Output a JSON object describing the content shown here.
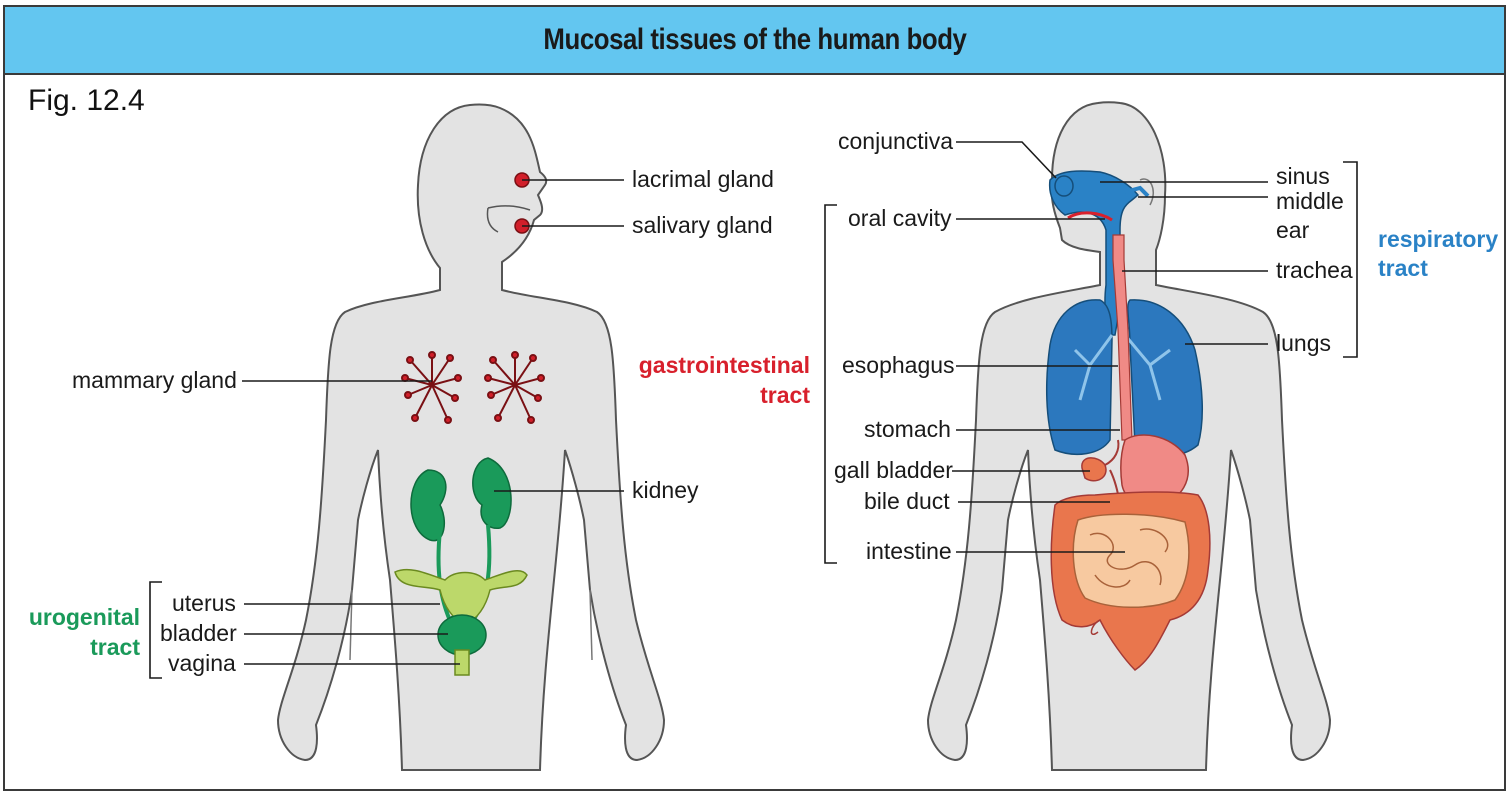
{
  "header": {
    "title": "Mucosal tissues of the human body"
  },
  "figure_label": "Fig. 12.4",
  "colors": {
    "header_bg": "#63c6f0",
    "body": "#e3e3e3",
    "outline": "#555555",
    "urogenital": "#1a9a5a",
    "gastrointestinal": "#d8202c",
    "respiratory": "#2a82c6",
    "gland_red": "#d21f2a",
    "lung_blue": "#2c78be",
    "intestine_orange": "#e9764d",
    "small_intestine": "#f7c9a0"
  },
  "left_figure": {
    "labels": {
      "lacrimal_gland": "lacrimal gland",
      "salivary_gland": "salivary gland",
      "mammary_gland": "mammary gland",
      "kidney": "kidney",
      "uterus": "uterus",
      "bladder": "bladder",
      "vagina": "vagina"
    },
    "groups": {
      "urogenital_line1": "urogenital",
      "urogenital_line2": "tract"
    }
  },
  "right_figure": {
    "labels": {
      "conjunctiva": "conjunctiva",
      "oral_cavity": "oral cavity",
      "esophagus": "esophagus",
      "stomach": "stomach",
      "gall_bladder": "gall bladder",
      "bile_duct": "bile duct",
      "intestine": "intestine",
      "sinus": "sinus",
      "middle": "middle",
      "ear": "ear",
      "trachea": "trachea",
      "lungs": "lungs"
    },
    "groups": {
      "gastrointestinal_line1": "gastrointestinal",
      "gastrointestinal_line2": "tract",
      "respiratory_line1": "respiratory",
      "respiratory_line2": "tract"
    }
  }
}
